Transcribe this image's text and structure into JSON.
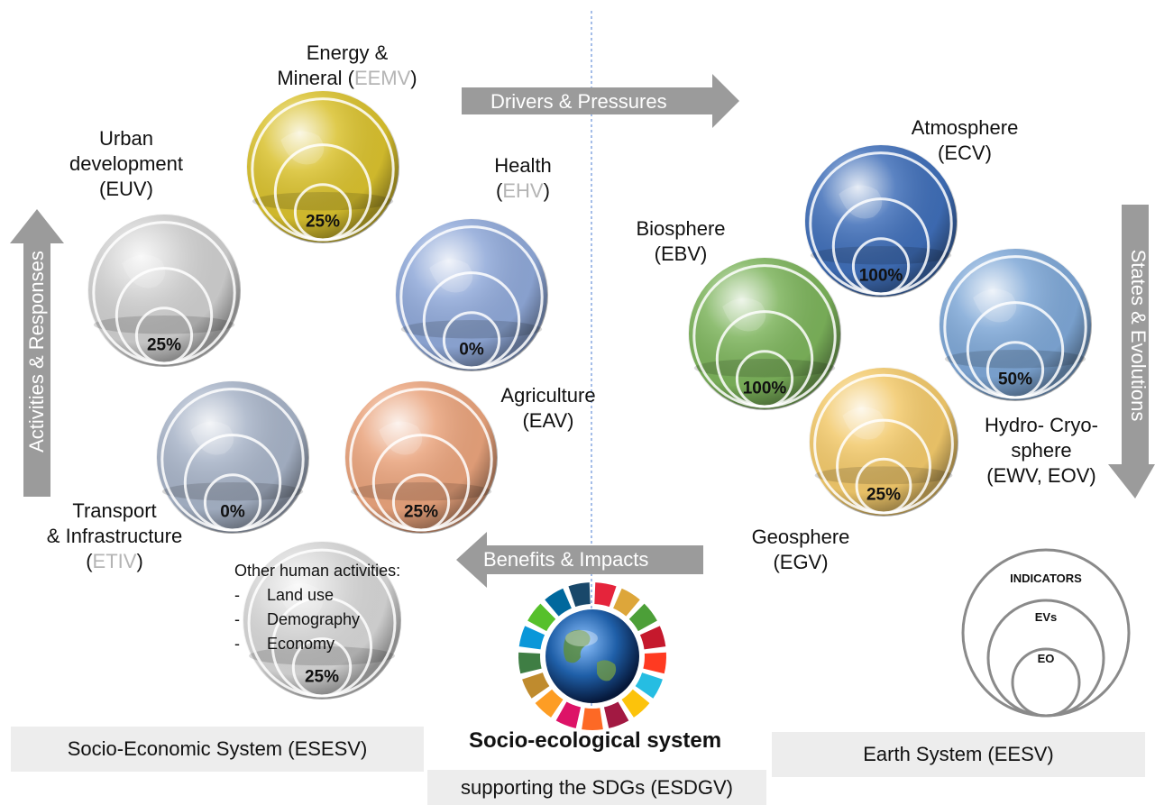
{
  "socio_economic": {
    "energy": {
      "name_line1": "Energy &",
      "name_line2": "Mineral (",
      "code": "EEMV",
      "close": ")",
      "percent": "25%",
      "color": "#d9c12e"
    },
    "urban": {
      "line1": "Urban",
      "line2": "development",
      "line3": "(EUV)",
      "percent": "25%",
      "color": "#cfcfcf"
    },
    "health": {
      "line1": "Health",
      "open": "(",
      "code": "EHV",
      "close": ")",
      "percent": "0%",
      "color": "#8fa8d8"
    },
    "agriculture": {
      "line1": "Agriculture",
      "line2": "(EAV)",
      "percent": "25%",
      "color": "#e9a37c"
    },
    "transport": {
      "line1": "Transport",
      "line2": "& Infrastructure",
      "open": "(",
      "code": "ETIV",
      "close": ")",
      "percent": "0%",
      "color": "#a7b3c7"
    },
    "other": {
      "title": "Other human activities:",
      "items": [
        "Land use",
        "Demography",
        "Economy"
      ],
      "percent": "25%",
      "color": "#d6d6d6"
    }
  },
  "earth": {
    "atmosphere": {
      "line1": "Atmosphere",
      "line2": "(ECV)",
      "percent": "100%",
      "color": "#3f6eb8"
    },
    "biosphere": {
      "line1": "Biosphere",
      "line2": "(EBV)",
      "percent": "100%",
      "color": "#7cb35b"
    },
    "hydro": {
      "line1": "Hydro- Cryo-",
      "line2": "sphere",
      "line3": "(EWV, EOV)",
      "percent": "50%",
      "color": "#7ea7d6"
    },
    "geosphere": {
      "line1": "Geosphere",
      "line2": "(EGV)",
      "percent": "25%",
      "color": "#f2c96b"
    }
  },
  "arrows": {
    "drivers": "Drivers & Pressures",
    "benefits": "Benefits & Impacts",
    "activities": "Activities & Responses",
    "states": "States & Evolutions",
    "fill": "#9b9b9b"
  },
  "legend": {
    "outer": "INDICATORS",
    "middle": "EVs",
    "inner": "EO"
  },
  "bottom": {
    "left_box": "Socio-Economic System (ESESV)",
    "center_title": "Socio-ecological system",
    "center_box": "supporting the SDGs (ESDGV)",
    "right_box": "Earth System (EESV)"
  },
  "sdg_colors": [
    "#e5243b",
    "#dda63a",
    "#4c9f38",
    "#c5192d",
    "#ff3a21",
    "#26bde2",
    "#fcc30b",
    "#a21942",
    "#fd6925",
    "#dd1367",
    "#fd9d24",
    "#bf8b2e",
    "#3f7e44",
    "#0a97d9",
    "#56c02b",
    "#00689d",
    "#19486a"
  ]
}
